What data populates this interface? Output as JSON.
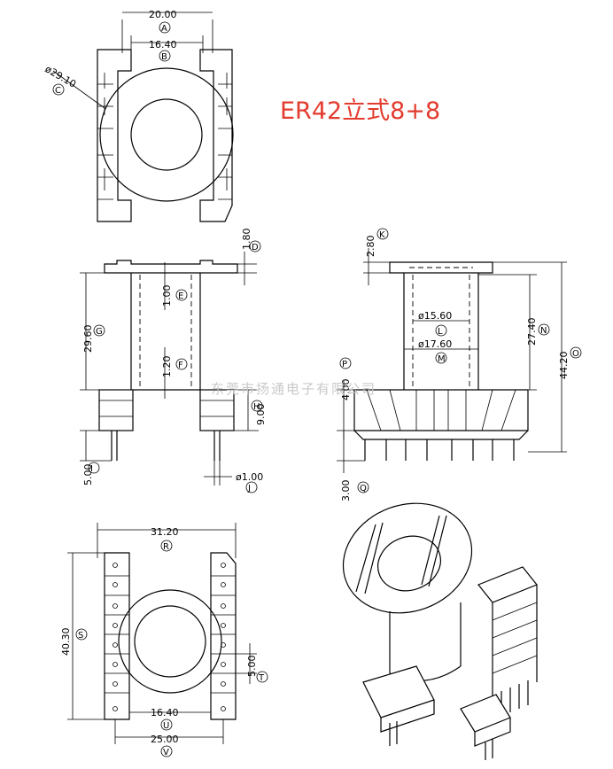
{
  "title": "ER42立式8+8",
  "watermark": "东莞市扬通电子有限公司",
  "dimensions": {
    "A": {
      "value": "20.00",
      "letter": "A"
    },
    "B": {
      "value": "16.40",
      "letter": "B"
    },
    "C": {
      "value": "ø29.10",
      "letter": "C"
    },
    "D": {
      "value": "1.80",
      "letter": "D"
    },
    "E": {
      "value": "1.00",
      "letter": "E"
    },
    "F": {
      "value": "1.20",
      "letter": "F"
    },
    "G": {
      "value": "29.60",
      "letter": "G"
    },
    "H": {
      "value": "9.00",
      "letter": "H"
    },
    "I": {
      "value": "5.00",
      "letter": "I"
    },
    "J": {
      "value": "ø1.00",
      "letter": "J"
    },
    "K": {
      "value": "2.80",
      "letter": "K"
    },
    "L": {
      "value": "ø15.60",
      "letter": "L"
    },
    "M": {
      "value": "ø17.60",
      "letter": "M"
    },
    "N": {
      "value": "27.40",
      "letter": "N"
    },
    "O": {
      "value": "44.20",
      "letter": "O"
    },
    "P": {
      "value": "4.00",
      "letter": "P"
    },
    "Q": {
      "value": "3.00",
      "letter": "Q"
    },
    "R": {
      "value": "31.20",
      "letter": "R"
    },
    "S": {
      "value": "40.30",
      "letter": "S"
    },
    "T": {
      "value": "5.00",
      "letter": "T"
    },
    "U": {
      "value": "16.40",
      "letter": "U"
    },
    "V": {
      "value": "25.00",
      "letter": "V"
    }
  }
}
